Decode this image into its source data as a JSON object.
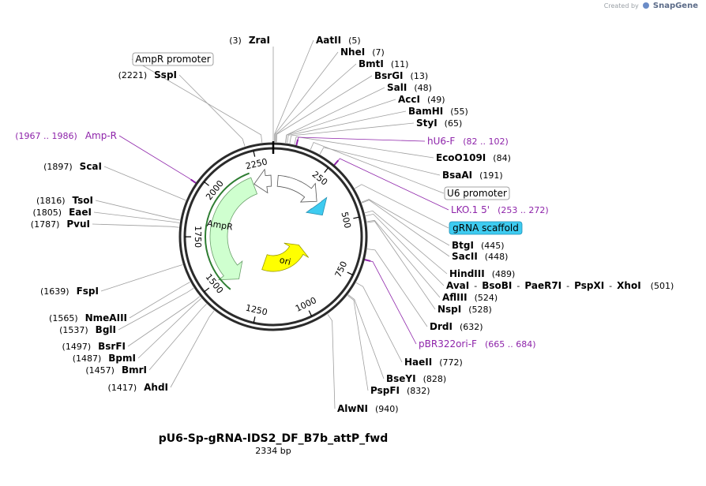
{
  "credit": {
    "prefix": "Created by",
    "brand": "SnapGene"
  },
  "plasmid": {
    "name": "pU6-Sp-gRNA-IDS2_DF_B7b_attP_fwd",
    "size_label": "2334 bp",
    "length": 2334
  },
  "colors": {
    "site_line": "#9e9e9e",
    "primer": "#8e24aa",
    "backbone": "#2b2b2b",
    "ampR_fill": "#cfffcf",
    "ori_fill": "#ffff00",
    "scaffold_fill": "#3ecbf0",
    "orf_line": "#2e7d32"
  },
  "ruler": [
    {
      "bp": 250,
      "label": "250"
    },
    {
      "bp": 500,
      "label": "500"
    },
    {
      "bp": 750,
      "label": "750"
    },
    {
      "bp": 1000,
      "label": "1000"
    },
    {
      "bp": 1250,
      "label": "1250"
    },
    {
      "bp": 1500,
      "label": "1500"
    },
    {
      "bp": 1750,
      "label": "1750"
    },
    {
      "bp": 2000,
      "label": "2000"
    },
    {
      "bp": 2250,
      "label": "2250"
    }
  ],
  "sites_right": [
    {
      "name": "AatII",
      "pos": "(5)",
      "bp": 5
    },
    {
      "name": "NheI",
      "pos": "(7)",
      "bp": 7
    },
    {
      "name": "BmtI",
      "pos": "(11)",
      "bp": 11
    },
    {
      "name": "BsrGI",
      "pos": "(13)",
      "bp": 13
    },
    {
      "name": "SalI",
      "pos": "(48)",
      "bp": 48
    },
    {
      "name": "AccI",
      "pos": "(49)",
      "bp": 49
    },
    {
      "name": "BamHI",
      "pos": "(55)",
      "bp": 55
    },
    {
      "name": "StyI",
      "pos": "(65)",
      "bp": 65
    },
    {
      "name": "EcoO109I",
      "pos": "(84)",
      "bp": 84
    },
    {
      "name": "BsaAI",
      "pos": "(191)",
      "bp": 191
    },
    {
      "name": "BtgI",
      "pos": "(445)",
      "bp": 445
    },
    {
      "name": "SacII",
      "pos": "(448)",
      "bp": 448
    },
    {
      "name": "HindIII",
      "pos": "(489)",
      "bp": 489
    },
    {
      "name": "AflIII",
      "pos": "(524)",
      "bp": 524
    },
    {
      "name": "NspI",
      "pos": "(528)",
      "bp": 528
    },
    {
      "name": "DrdI",
      "pos": "(632)",
      "bp": 632
    },
    {
      "name": "HaeII",
      "pos": "(772)",
      "bp": 772
    },
    {
      "name": "BseYI",
      "pos": "(828)",
      "bp": 828
    },
    {
      "name": "PspFI",
      "pos": "(832)",
      "bp": 832
    },
    {
      "name": "AlwNI",
      "pos": "(940)",
      "bp": 940
    }
  ],
  "sites_left": [
    {
      "name": "ZraI",
      "pos": "(3)",
      "bp": 3
    },
    {
      "name": "SspI",
      "pos": "(2221)",
      "bp": 2221
    },
    {
      "name": "ScaI",
      "pos": "(1897)",
      "bp": 1897
    },
    {
      "name": "TsoI",
      "pos": "(1816)",
      "bp": 1816
    },
    {
      "name": "EaeI",
      "pos": "(1805)",
      "bp": 1805
    },
    {
      "name": "PvuI",
      "pos": "(1787)",
      "bp": 1787
    },
    {
      "name": "FspI",
      "pos": "(1639)",
      "bp": 1639
    },
    {
      "name": "NmeAIII",
      "pos": "(1565)",
      "bp": 1565
    },
    {
      "name": "BglI",
      "pos": "(1537)",
      "bp": 1537
    },
    {
      "name": "BsrFI",
      "pos": "(1497)",
      "bp": 1497
    },
    {
      "name": "BpmI",
      "pos": "(1487)",
      "bp": 1487
    },
    {
      "name": "BmrI",
      "pos": "(1457)",
      "bp": 1457
    },
    {
      "name": "AhdI",
      "pos": "(1417)",
      "bp": 1417
    }
  ],
  "multi_site": {
    "bp": 501,
    "names": [
      "AvaI",
      "BsoBI",
      "PaeR7I",
      "PspXI",
      "XhoI"
    ],
    "separator": "-",
    "pos": "(501)"
  },
  "primers": [
    {
      "name": "hU6-F",
      "range": "(82 .. 102)",
      "bp": 92
    },
    {
      "name": "LKO.1 5'",
      "range": "(253 .. 272)",
      "bp": 262
    },
    {
      "name": "pBR322ori-F",
      "range": "(665 .. 684)",
      "bp": 675
    },
    {
      "name": "Amp-R",
      "range": "(1967 .. 1986)",
      "bp": 1976
    }
  ],
  "feature_labels": [
    {
      "name": "AmpR promoter",
      "bp": 2290,
      "style": "box"
    },
    {
      "name": "U6 promoter",
      "bp": 150,
      "style": "box"
    },
    {
      "name": "gRNA scaffold",
      "bp": 385,
      "style": "filled"
    }
  ],
  "features": [
    {
      "name": "AmpR",
      "start": 1420,
      "end": 2200,
      "direction": "reverse",
      "label": "AmpR"
    },
    {
      "name": "ori",
      "start": 700,
      "end": 1290,
      "direction": "reverse",
      "label": "ori"
    }
  ]
}
